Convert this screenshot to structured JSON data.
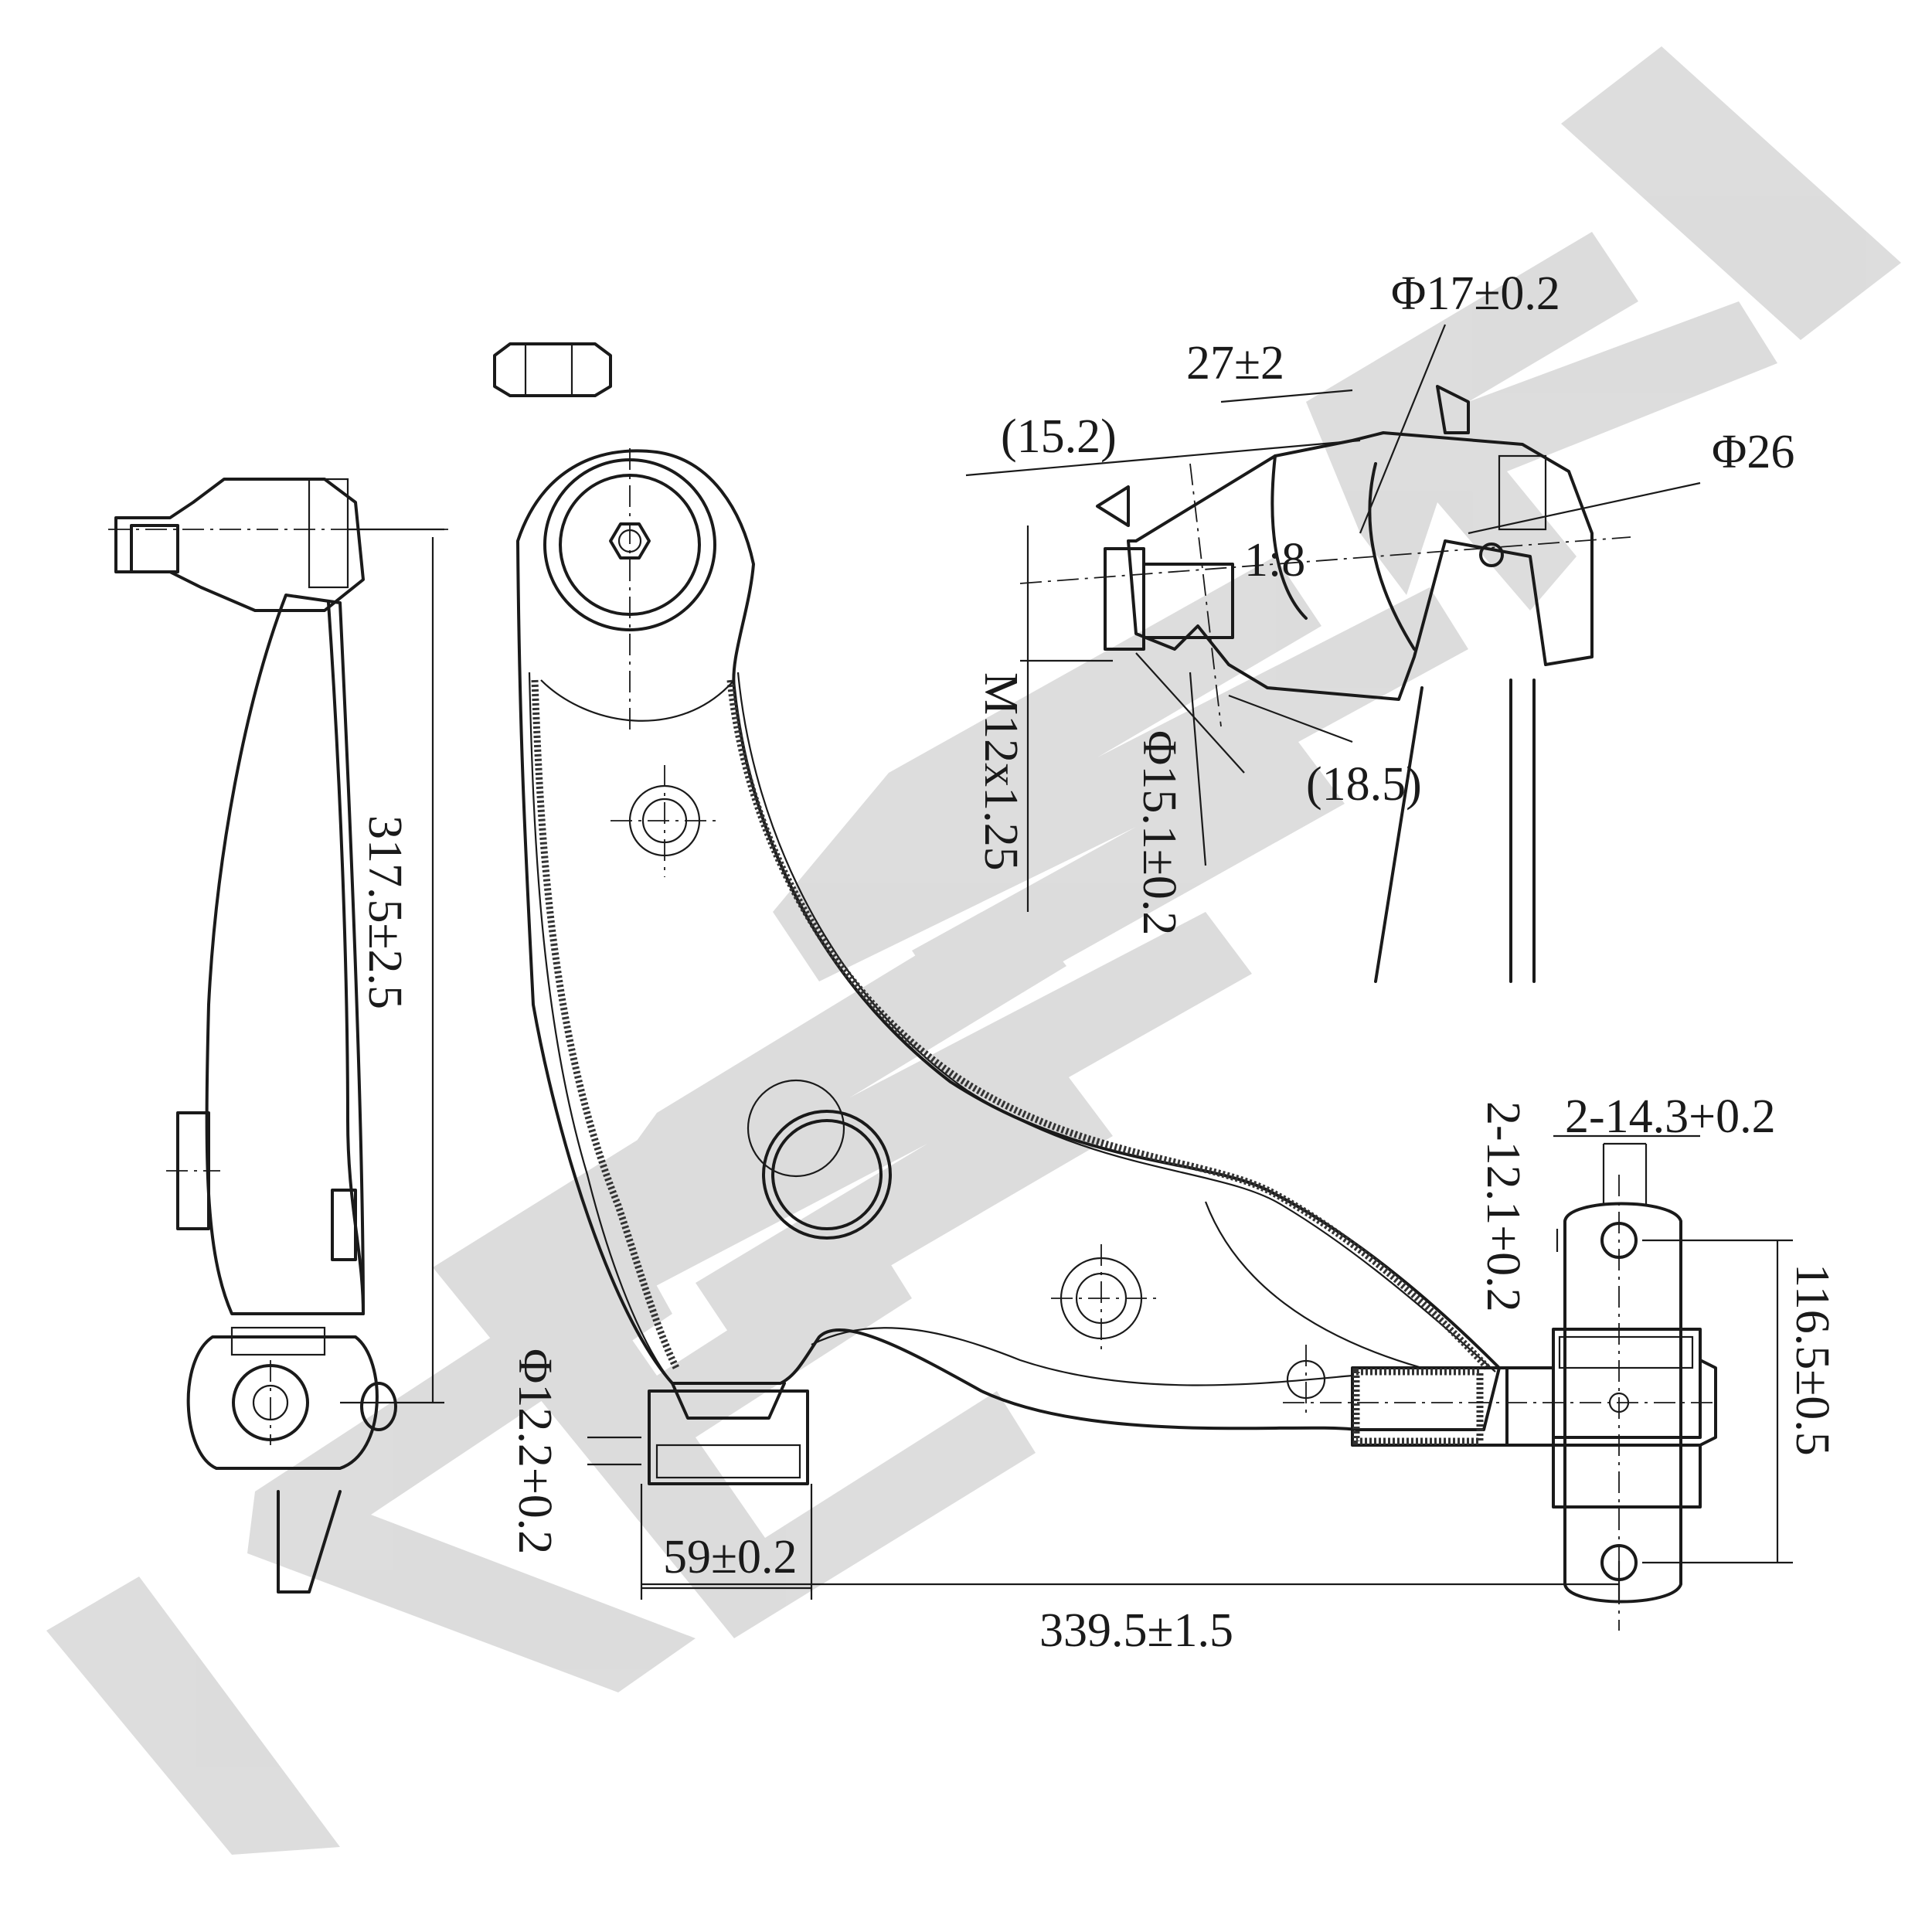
{
  "watermark": {
    "text": "ZENNEK",
    "color": "#d7d7d7"
  },
  "dimensions": {
    "overall_height": "317.5±2.5",
    "width_overall": "339.5±1.5",
    "bush_width": "59±0.2",
    "bush_bore": "Φ12.2+0.2",
    "mount_span": "116.5±0.5",
    "mount_hole_a": "2-14.3+0.2",
    "mount_hole_b": "2-12.1+0.2",
    "stud_dia": "Φ17±0.2",
    "stud_len": "27±2",
    "stud_offset": "(15.2)",
    "ball_dia": "Φ26",
    "taper": "1:8",
    "thread": "M12x1.25",
    "stud_base_dia": "Φ15.1±0.2",
    "stud_ref": "(18.5)"
  },
  "colors": {
    "line": "#1a1a1a",
    "background": "#ffffff"
  }
}
